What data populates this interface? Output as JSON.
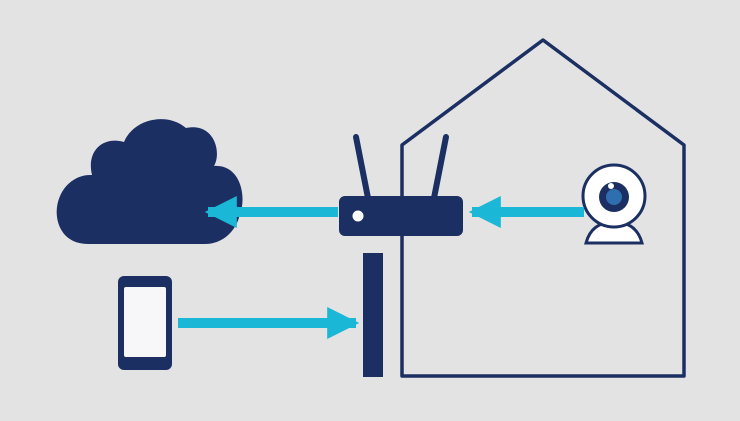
{
  "colors": {
    "background": "#e3e3e3",
    "navy": "#1b2f62",
    "cyan": "#1ab8d6",
    "white": "#ffffff",
    "screen": "#f7f7f9"
  },
  "icons": {
    "cloud": "cloud-icon",
    "router": "router-icon",
    "house": "house-outline-icon",
    "webcam": "webcam-icon",
    "phone": "smartphone-icon",
    "firewall": "firewall-wall-icon"
  },
  "connections": [
    {
      "from": "webcam",
      "to": "router",
      "style": "arrow"
    },
    {
      "from": "router",
      "to": "cloud",
      "style": "arrow"
    },
    {
      "from": "phone",
      "to": "firewall",
      "style": "arrow"
    }
  ]
}
